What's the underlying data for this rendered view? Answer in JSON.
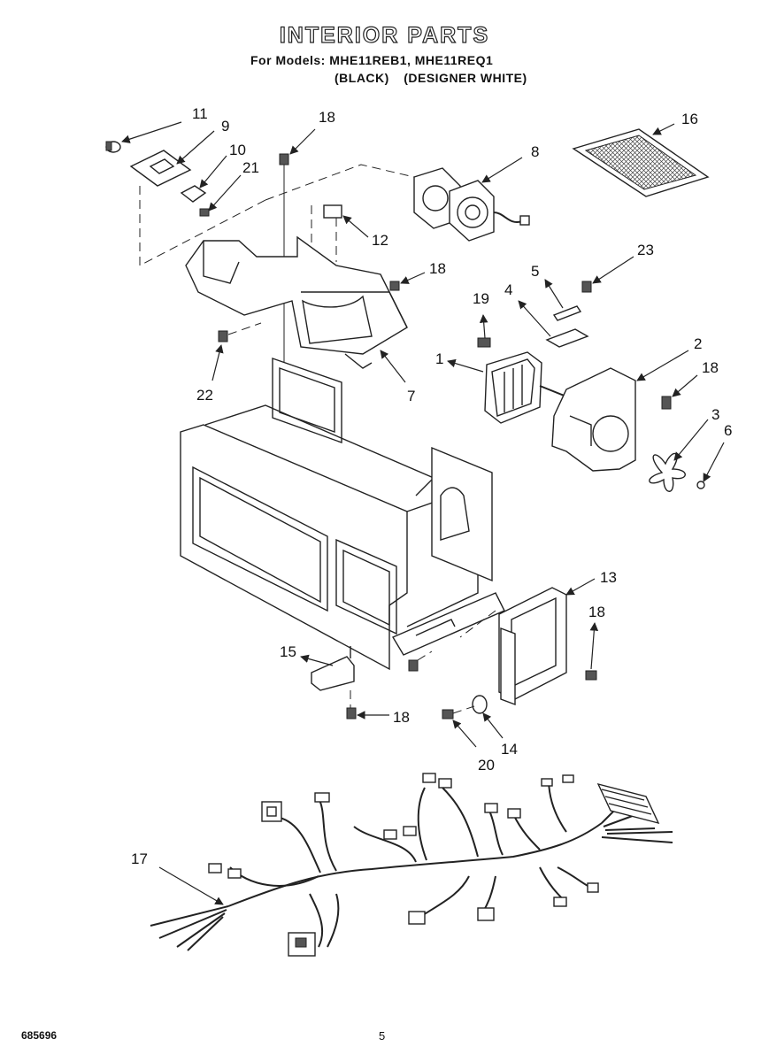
{
  "header": {
    "title": "INTERIOR PARTS",
    "models_line": "For Models: MHE11REB1, MHE11REQ1",
    "color_black": "(BLACK)",
    "color_white": "(DESIGNER WHITE)"
  },
  "callouts": {
    "c1": "1",
    "c2": "2",
    "c3": "3",
    "c4": "4",
    "c5": "5",
    "c6": "6",
    "c7": "7",
    "c8": "8",
    "c9": "9",
    "c10": "10",
    "c11": "11",
    "c12": "12",
    "c13": "13",
    "c14": "14",
    "c15": "15",
    "c16": "16",
    "c17": "17",
    "c18a": "18",
    "c18b": "18",
    "c18c": "18",
    "c18d": "18",
    "c18e": "18",
    "c19": "19",
    "c20": "20",
    "c21": "21",
    "c22": "22",
    "c23": "23"
  },
  "footer": {
    "doc_code": "685696",
    "page_number": "5"
  }
}
